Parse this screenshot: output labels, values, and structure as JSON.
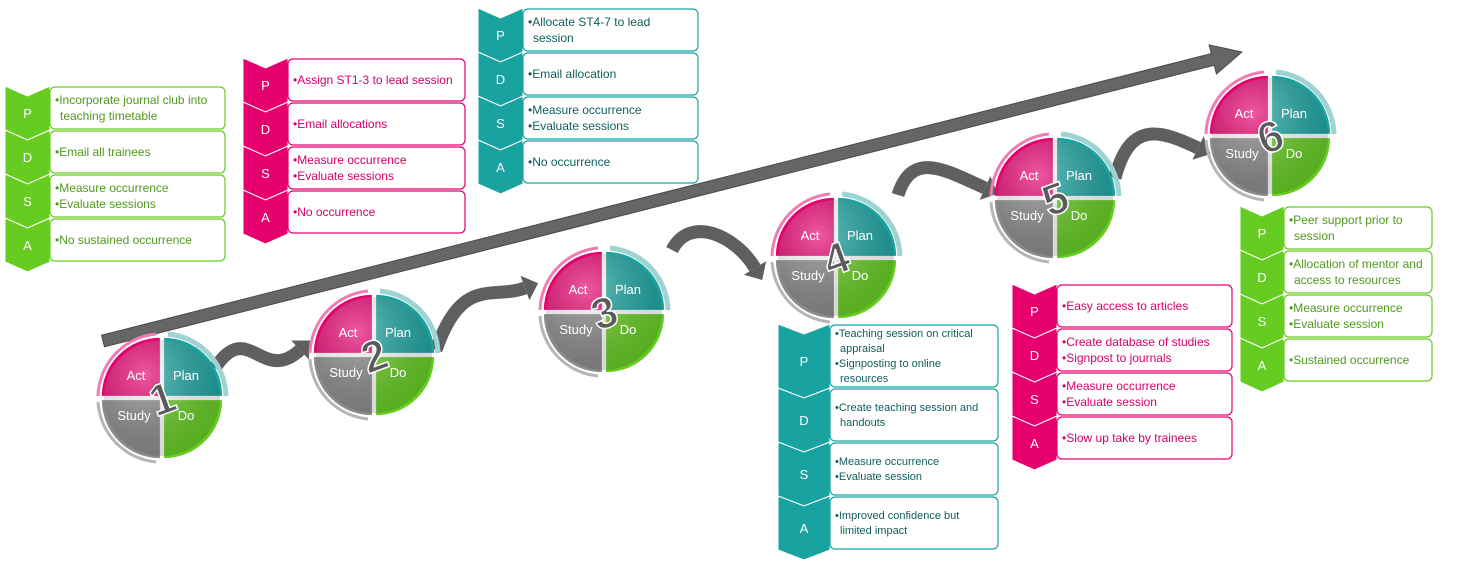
{
  "colors": {
    "green": "#66cc22",
    "green_dark": "#3d9a10",
    "green_text": "#4f9a1c",
    "magenta": "#e5006e",
    "magenta_dark": "#a50050",
    "magenta_text": "#d4006a",
    "teal": "#19a3a0",
    "teal_dark": "#0e6f6d",
    "teal_text": "#0f5e5c",
    "gray": "#8a8a8a",
    "arrow": "#6d6d6d"
  },
  "cycle_labels": {
    "act": "Act",
    "plan": "Plan",
    "study": "Study",
    "do": "Do"
  },
  "cycles": [
    {
      "number": "1"
    },
    {
      "number": "2"
    },
    {
      "number": "3"
    },
    {
      "number": "4"
    },
    {
      "number": "5"
    },
    {
      "number": "6"
    }
  ],
  "pdsa_boxes": [
    {
      "id": "cycle1",
      "theme": "green",
      "rows": [
        {
          "letter": "P",
          "lines": [
            "•Incorporate journal club into",
            "teaching timetable"
          ]
        },
        {
          "letter": "D",
          "lines": [
            "•Email all trainees"
          ]
        },
        {
          "letter": "S",
          "lines": [
            "•Measure occurrence",
            "•Evaluate sessions"
          ]
        },
        {
          "letter": "A",
          "lines": [
            "•No sustained occurrence"
          ]
        }
      ]
    },
    {
      "id": "cycle2",
      "theme": "magenta",
      "rows": [
        {
          "letter": "P",
          "lines": [
            "•Assign ST1-3 to lead session"
          ]
        },
        {
          "letter": "D",
          "lines": [
            "•Email allocations"
          ]
        },
        {
          "letter": "S",
          "lines": [
            "•Measure occurrence",
            "•Evaluate sessions"
          ]
        },
        {
          "letter": "A",
          "lines": [
            "•No occurrence"
          ]
        }
      ]
    },
    {
      "id": "cycle3",
      "theme": "teal",
      "rows": [
        {
          "letter": "P",
          "lines": [
            "•Allocate ST4-7 to lead",
            "session"
          ]
        },
        {
          "letter": "D",
          "lines": [
            "•Email allocation"
          ]
        },
        {
          "letter": "S",
          "lines": [
            "•Measure occurrence",
            "•Evaluate sessions"
          ]
        },
        {
          "letter": "A",
          "lines": [
            "•No occurrence"
          ]
        }
      ]
    },
    {
      "id": "cycle4",
      "theme": "teal",
      "rows": [
        {
          "letter": "P",
          "lines": [
            "•Teaching session on critical",
            "appraisal",
            "•Signposting to online",
            "resources"
          ]
        },
        {
          "letter": "D",
          "lines": [
            "•Create teaching session and",
            "handouts"
          ]
        },
        {
          "letter": "S",
          "lines": [
            "•Measure occurrence",
            "•Evaluate session"
          ]
        },
        {
          "letter": "A",
          "lines": [
            "•Improved confidence but",
            "limited impact"
          ]
        }
      ]
    },
    {
      "id": "cycle5",
      "theme": "magenta",
      "rows": [
        {
          "letter": "P",
          "lines": [
            "•Easy access to articles"
          ]
        },
        {
          "letter": "D",
          "lines": [
            "•Create database of studies",
            "•Signpost to journals"
          ]
        },
        {
          "letter": "S",
          "lines": [
            "•Measure occurrence",
            "•Evaluate session"
          ]
        },
        {
          "letter": "A",
          "lines": [
            "•Slow up take by trainees"
          ]
        }
      ]
    },
    {
      "id": "cycle6",
      "theme": "green",
      "rows": [
        {
          "letter": "P",
          "lines": [
            "•Peer support prior to",
            "session"
          ]
        },
        {
          "letter": "D",
          "lines": [
            "•Allocation of mentor and",
            "access to resources"
          ]
        },
        {
          "letter": "S",
          "lines": [
            "•Measure occurrence",
            "•Evaluate session"
          ]
        },
        {
          "letter": "A",
          "lines": [
            "•Sustained occurrence"
          ]
        }
      ]
    }
  ]
}
